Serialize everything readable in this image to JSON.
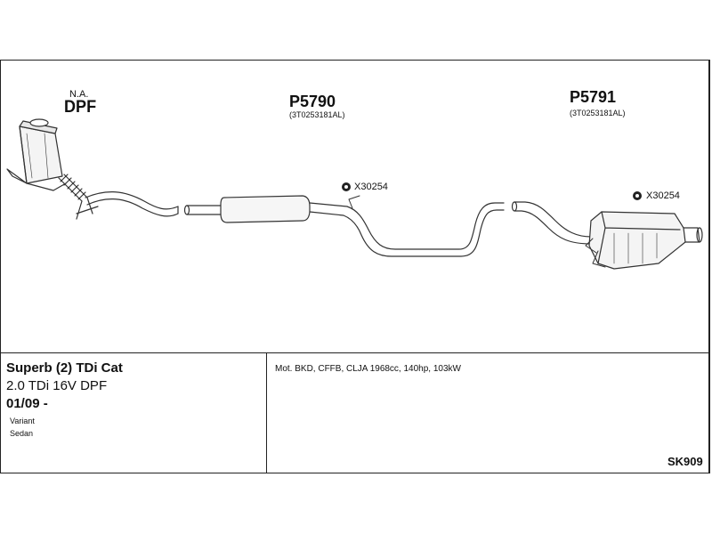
{
  "diagram": {
    "parts": [
      {
        "note": "N.A.",
        "label": "DPF"
      },
      {
        "label": "P5790",
        "oe_number": "(3T0253181AL)",
        "mount_ref": "X30254"
      },
      {
        "label": "P5791",
        "oe_number": "(3T0253181AL)",
        "mount_ref": "X30254"
      }
    ]
  },
  "info": {
    "model": "Superb (2) TDi Cat",
    "engine": "2.0 TDi 16V DPF",
    "date": "01/09 -",
    "body_types": [
      "Variant",
      "Sedan"
    ],
    "specs": "Mot. BKD, CFFB, CLJA 1968cc, 140hp, 103kW",
    "code": "SK909"
  }
}
